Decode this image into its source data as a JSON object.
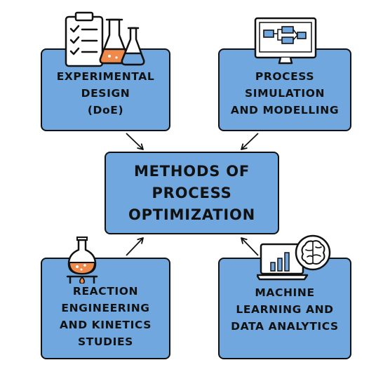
{
  "diagram": {
    "center": {
      "lines": [
        "METHODS OF",
        "PROCESS",
        "OPTIMIZATION"
      ]
    },
    "nodes": {
      "experimental_design": {
        "lines": [
          "EXPERIMENTAL",
          "DESIGN",
          "(DoE)"
        ],
        "icon": "checklist-and-flasks-icon"
      },
      "process_simulation": {
        "lines": [
          "PROCESS",
          "SIMULATION",
          "AND MODELLING"
        ],
        "icon": "monitor-flowchart-icon"
      },
      "reaction_engineering": {
        "lines": [
          "REACTION",
          "ENGINEERING",
          "AND KINETICS",
          "STUDIES"
        ],
        "icon": "flask-burner-icon"
      },
      "machine_learning": {
        "lines": [
          "MACHINE",
          "LEARNING AND",
          "DATA ANALYTICS"
        ],
        "icon": "laptop-brain-icon"
      }
    },
    "arrows": [
      "experimental-design-to-center",
      "process-simulation-to-center",
      "reaction-engineering-to-center",
      "machine-learning-to-center"
    ],
    "colors": {
      "box_fill": "#6fa7de",
      "outline": "#111111",
      "accent_orange": "#f08a4b",
      "icon_blue": "#6fa7de"
    }
  }
}
